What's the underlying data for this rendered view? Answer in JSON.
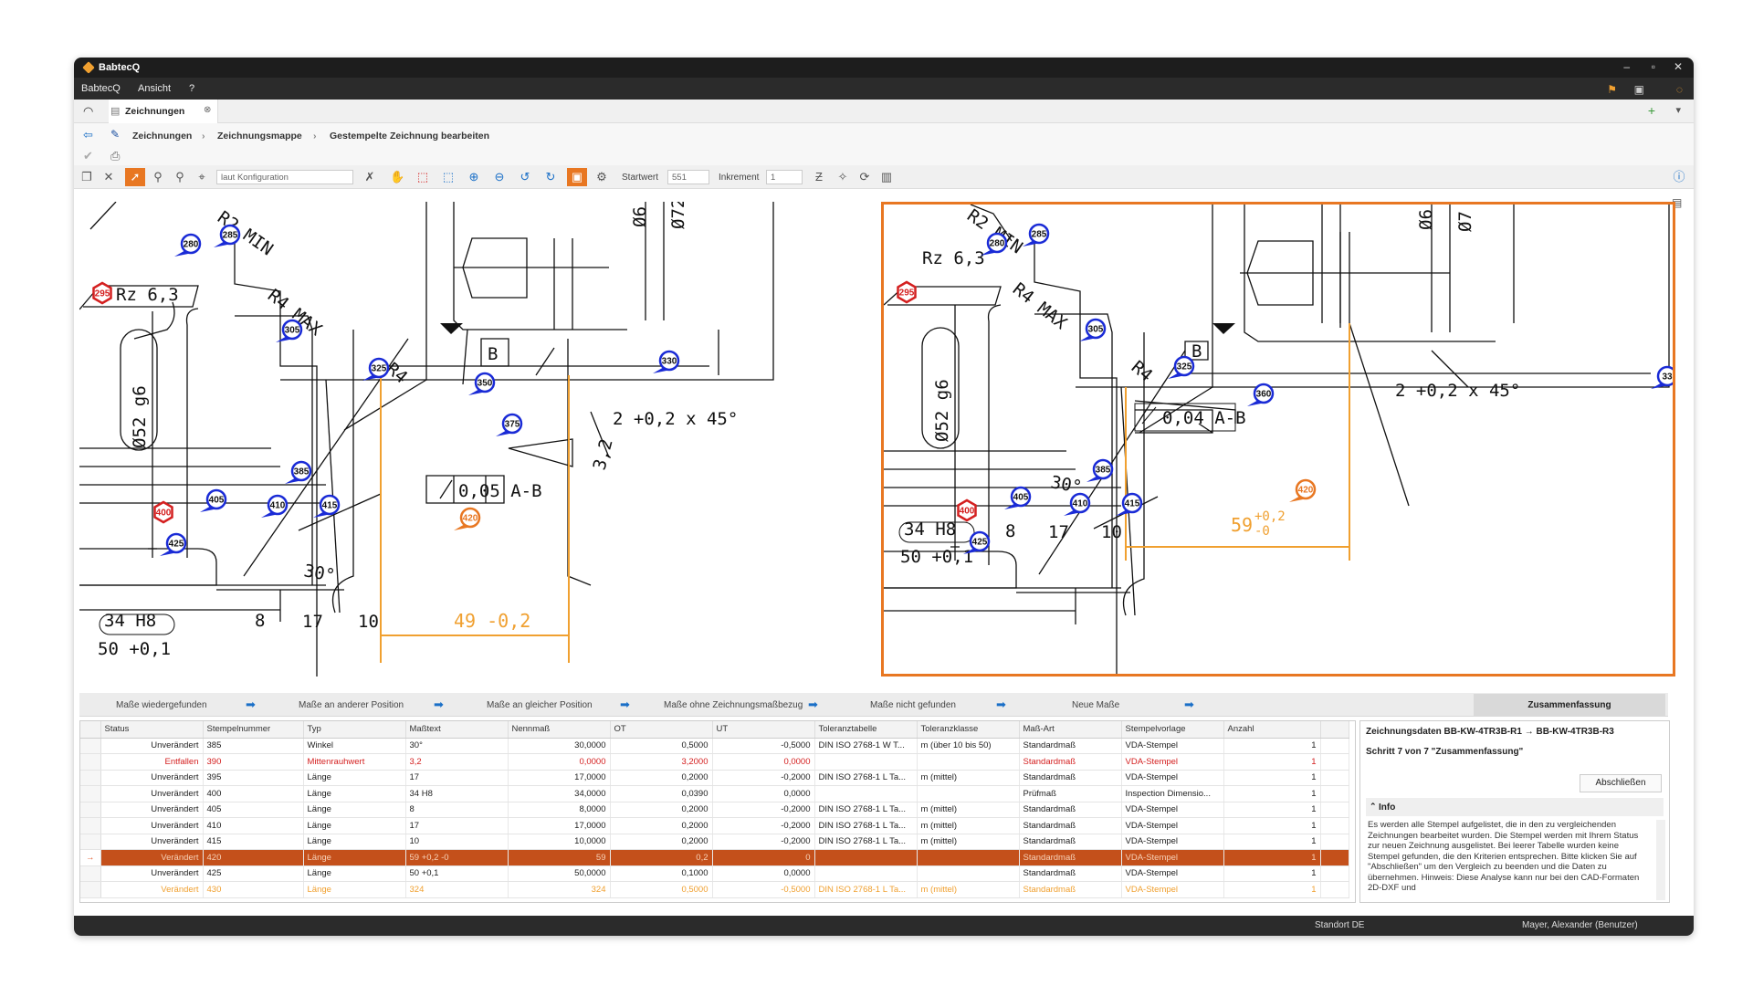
{
  "window": {
    "title": "BabtecQ",
    "minimize": "–",
    "restore": "▫",
    "close": "✕"
  },
  "menu": [
    "BabtecQ",
    "Ansicht",
    "?"
  ],
  "tab": {
    "label": "Zeichnungen",
    "add": "+",
    "dropdown": "▾"
  },
  "breadcrumb": [
    "Zeichnungen",
    "Zeichnungsmappe",
    "Gestempelte Zeichnung bearbeiten"
  ],
  "toolbar": {
    "config_value": "laut Konfiguration",
    "startwert_label": "Startwert",
    "startwert_value": "551",
    "inkrement_label": "Inkrement",
    "inkrement_value": "1"
  },
  "steps": [
    "Maße wiedergefunden",
    "Maße an anderer Position",
    "Maße an gleicher Position",
    "Maße ohne Zeichnungsmaßbezug",
    "Maße nicht gefunden",
    "Neue Maße"
  ],
  "step_active": "Zusammenfassung",
  "table": {
    "columns": [
      "Status",
      "Stempelnummer",
      "Typ",
      "Maßtext",
      "Nennmaß",
      "OT",
      "UT",
      "Toleranztabelle",
      "Toleranzklasse",
      "Maß-Art",
      "Stempelvorlage",
      "Anzahl"
    ],
    "rows": [
      [
        "Unverändert",
        "385",
        "Winkel",
        "30°",
        "30,0000",
        "0,5000",
        "-0,5000",
        "DIN ISO 2768-1 W T...",
        "m (über 10 bis 50)",
        "Standardmaß",
        "VDA-Stempel",
        "1"
      ],
      [
        "Entfallen",
        "390",
        "Mittenrauhwert",
        "3,2",
        "0,0000",
        "3,2000",
        "0,0000",
        "",
        "",
        "Standardmaß",
        "VDA-Stempel",
        "1"
      ],
      [
        "Unverändert",
        "395",
        "Länge",
        "17",
        "17,0000",
        "0,2000",
        "-0,2000",
        "DIN ISO 2768-1 L Ta...",
        "m (mittel)",
        "Standardmaß",
        "VDA-Stempel",
        "1"
      ],
      [
        "Unverändert",
        "400",
        "Länge",
        "34 H8",
        "34,0000",
        "0,0390",
        "0,0000",
        "",
        "",
        "Prüfmaß",
        "Inspection Dimensio...",
        "1"
      ],
      [
        "Unverändert",
        "405",
        "Länge",
        "8",
        "8,0000",
        "0,2000",
        "-0,2000",
        "DIN ISO 2768-1 L Ta...",
        "m (mittel)",
        "Standardmaß",
        "VDA-Stempel",
        "1"
      ],
      [
        "Unverändert",
        "410",
        "Länge",
        "17",
        "17,0000",
        "0,2000",
        "-0,2000",
        "DIN ISO 2768-1 L Ta...",
        "m (mittel)",
        "Standardmaß",
        "VDA-Stempel",
        "1"
      ],
      [
        "Unverändert",
        "415",
        "Länge",
        "10",
        "10,0000",
        "0,2000",
        "-0,2000",
        "DIN ISO 2768-1 L Ta...",
        "m (mittel)",
        "Standardmaß",
        "VDA-Stempel",
        "1"
      ],
      [
        "Verändert",
        "420",
        "Länge",
        "59 +0,2 -0",
        "59",
        "0,2",
        "0",
        "",
        "",
        "Standardmaß",
        "VDA-Stempel",
        "1"
      ],
      [
        "Unverändert",
        "425",
        "Länge",
        "50 +0,1",
        "50,0000",
        "0,1000",
        "0,0000",
        "",
        "",
        "Standardmaß",
        "VDA-Stempel",
        "1"
      ],
      [
        "Verändert",
        "430",
        "Länge",
        "324",
        "324",
        "0,5000",
        "-0,5000",
        "DIN ISO 2768-1 L Ta...",
        "m (mittel)",
        "Standardmaß",
        "VDA-Stempel",
        "1"
      ]
    ]
  },
  "side": {
    "header": "Zeichnungsdaten BB-KW-4TR3B-R1 → BB-KW-4TR3B-R3",
    "step": "Schritt 7 von 7 \"Zusammenfassung\"",
    "button": "Abschließen",
    "info_title": "Info",
    "info_text": "Es werden alle Stempel aufgelistet, die in den zu vergleichenden Zeichnungen bearbeitet wurden. Die Stempel werden mit Ihrem Status zur neuen Zeichnung ausgelistet. Bei leerer Tabelle wurden keine Stempel gefunden, die den Kriterien entsprechen. Bitte klicken Sie auf \"Abschließen\" um den Vergleich zu beenden und die Daten zu übernehmen. Hinweis: Diese Analyse kann nur bei den CAD-Formaten 2D-DXF und"
  },
  "status": {
    "location": "Standort DE",
    "user": "Mayer, Alexander (Benutzer)"
  },
  "drawing_left": {
    "labels": [
      "R2 MIN",
      "Rz 6,3",
      "R4 MAX",
      "Ø52 g6",
      "R4",
      "B",
      "0,05 A-B",
      "2 +0,2 x 45°",
      "Ø6",
      "Ø72",
      "3,2",
      "30°",
      "34 H8",
      "50 +0,1",
      "8",
      "17",
      "10",
      "49 -0,2"
    ],
    "stamps": [
      "285",
      "280",
      "295",
      "305",
      "325",
      "330",
      "350",
      "375",
      "385",
      "400",
      "405",
      "410",
      "415",
      "420",
      "425"
    ]
  },
  "drawing_right": {
    "labels": [
      "R2 MIN",
      "Rz 6,3",
      "R4 MAX",
      "Ø52 g6",
      "R4",
      "B",
      "0,04 A-B",
      "2 +0,2 x 45°",
      "Ø6",
      "Ø7",
      "30°",
      "34 H8",
      "50 +0,1",
      "8",
      "17",
      "10",
      "59",
      "+0,2",
      "-0"
    ],
    "stamps": [
      "285",
      "280",
      "295",
      "305",
      "325",
      "33",
      "360",
      "385",
      "400",
      "405",
      "410",
      "415",
      "420",
      "425"
    ]
  },
  "colors": {
    "accent": "#e87722",
    "stamp_blue": "#1a2bd6",
    "stamp_red": "#d42020",
    "selected_row": "#c4501b"
  }
}
